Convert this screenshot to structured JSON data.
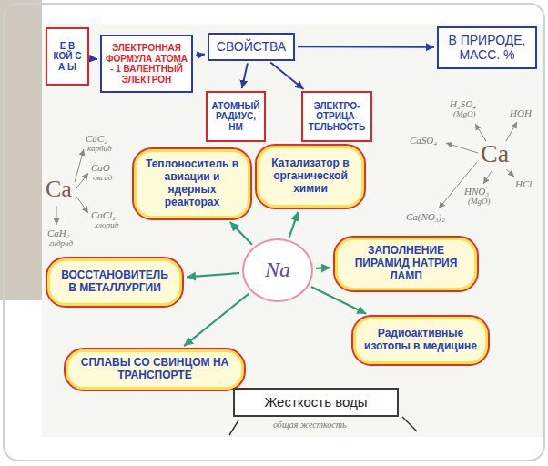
{
  "diagram": {
    "nodes": [
      {
        "text": [
          "Е В КОЙ С А Ы"
        ]
      },
      {
        "text": [
          "ЭЛЕКТРОННАЯ ФОРМУЛА АТОМА - 1 ВАЛЕНТНЫЙ ЭЛЕКТРОН"
        ]
      },
      {
        "text": [
          "СВОЙСТВА"
        ]
      },
      {
        "text": [
          "В ПРИРОДЕ, МАСС. %"
        ]
      },
      {
        "text": [
          "АТОМНЫЙ РАДИУС, НМ"
        ]
      },
      {
        "text": [
          "ЭЛЕКТРО- ОТРИЦА- ТЕЛЬНОСТЬ"
        ]
      },
      {
        "text": [
          "Теплоноситель в авиации и ядерных реакторах"
        ]
      },
      {
        "text": [
          "Катализатор в органической химии"
        ]
      },
      {
        "text": [
          "Na"
        ]
      },
      {
        "text": [
          "ВОССТАНОВИТЕЛЬ В МЕТАЛЛУРГИИ"
        ]
      },
      {
        "text": [
          "ЗАПОЛНЕНИЕ ПИРАМИД НАТРИЯ ЛАМП"
        ]
      },
      {
        "text": [
          "Радиоактивные изотопы в медицине"
        ]
      },
      {
        "text": [
          "СПЛАВЫ СО СВИНЦОМ НА ТРАНСПОРТЕ"
        ]
      },
      {
        "text": [
          "Жесткость воды"
        ]
      }
    ],
    "edges": [
      {
        "from": 0,
        "to": 1,
        "arrow": "to"
      },
      {
        "from": 1,
        "to": 2,
        "arrow": "to"
      },
      {
        "from": 2,
        "to": 3,
        "arrow": "to"
      },
      {
        "from": 2,
        "to": 4,
        "arrow": "to"
      },
      {
        "from": 2,
        "to": 5,
        "arrow": "to"
      },
      {
        "from": 8,
        "to": 6,
        "arrow": "to"
      },
      {
        "from": 8,
        "to": 7,
        "arrow": "to"
      },
      {
        "from": 8,
        "to": 9,
        "arrow": "to"
      },
      {
        "from": 8,
        "to": 10,
        "arrow": "to"
      },
      {
        "from": 8,
        "to": 11,
        "arrow": "to"
      },
      {
        "from": 8,
        "to": 12,
        "arrow": "to"
      }
    ],
    "labels": [
      "Ca",
      "CaC₂",
      "карбид",
      "CaO",
      "оксид",
      "CaCl₂",
      "хлорид",
      "CaH₂",
      "гидрид",
      "Ca",
      "CaSO₄",
      "H₂SO₄",
      "(MgO)",
      "HNO₃",
      "(MgO)",
      "Ca(NO₃)₂",
      "HCl",
      "HOH",
      "общая жесткость"
    ]
  }
}
